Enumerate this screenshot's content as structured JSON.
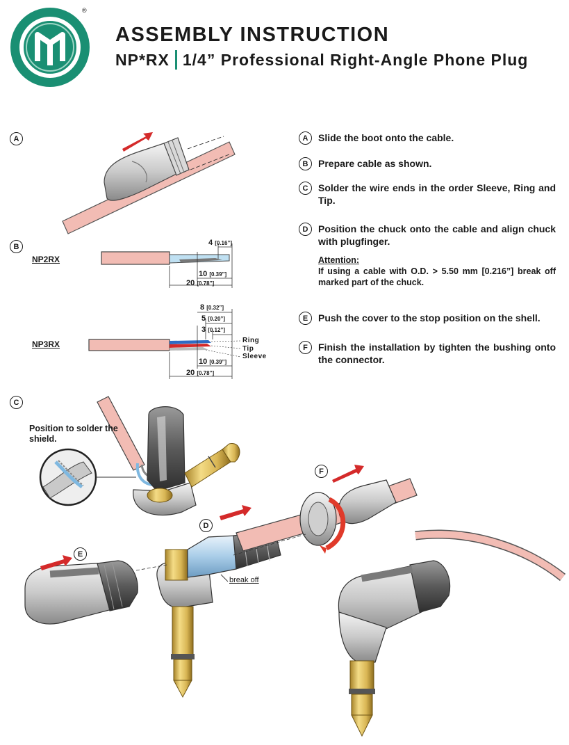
{
  "header": {
    "registered_mark": "®",
    "title": "ASSEMBLY INSTRUCTION",
    "model_code": "NP*RX",
    "description": "1/4” Professional Right-Angle Phone Plug"
  },
  "colors": {
    "brand_green": "#1a8f73",
    "arrow_red": "#d42a2a",
    "cable_pink": "#f2bcb4"
  },
  "steps": [
    {
      "letter": "A",
      "text": "Slide the boot onto the cable."
    },
    {
      "letter": "B",
      "text": "Prepare cable as shown."
    },
    {
      "letter": "C",
      "text": "Solder the wire ends in the order Sleeve, Ring and Tip."
    },
    {
      "letter": "D",
      "text": "Position the chuck onto the cable and align chuck with plugfinger."
    },
    {
      "letter": "E",
      "text": "Push the cover to the stop position on the shell."
    },
    {
      "letter": "F",
      "text": "Finish the installation by tighten the bushing onto the connector."
    }
  ],
  "attention": {
    "heading": "Attention:",
    "text": "If using a cable with O.D. > 5.50 mm [0.216”] break off marked part of the chuck."
  },
  "figures": {
    "labels": {
      "a": "A",
      "b": "B",
      "c": "C",
      "d": "D",
      "e": "E",
      "f": "F"
    },
    "np2rx": {
      "model": "NP2RX",
      "dims": [
        {
          "value": "4",
          "inch": "[0.16”]"
        },
        {
          "value": "10",
          "inch": "[0.39”]"
        },
        {
          "value": "20",
          "inch": "[0.78”]"
        }
      ]
    },
    "np3rx": {
      "model": "NP3RX",
      "dims": [
        {
          "value": "8",
          "inch": "[0.32”]"
        },
        {
          "value": "5",
          "inch": "[0.20”]"
        },
        {
          "value": "3",
          "inch": "[0.12”]"
        },
        {
          "value": "10",
          "inch": "[0.39”]"
        },
        {
          "value": "20",
          "inch": "[0.78”]"
        }
      ],
      "wires": [
        "Ring",
        "Tip",
        "Sleeve"
      ]
    },
    "solder_note": "Position to solder the shield.",
    "break_off": "break off"
  }
}
